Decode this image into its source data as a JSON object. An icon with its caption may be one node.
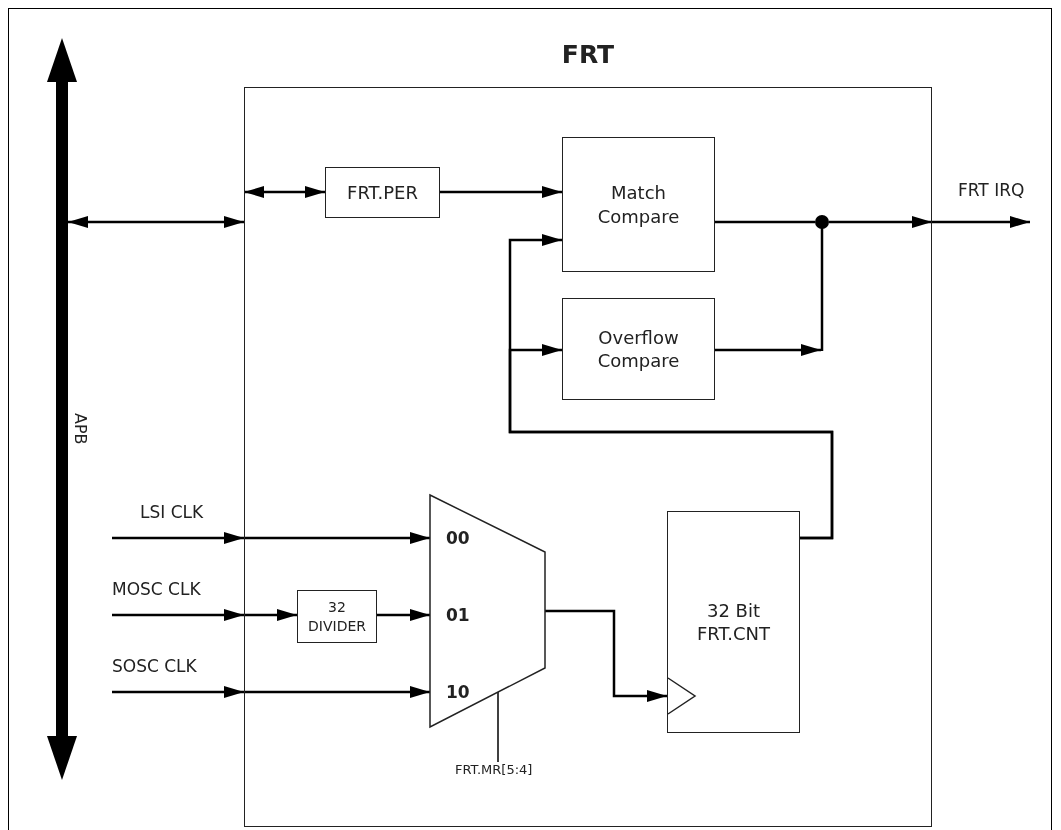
{
  "diagram": {
    "nodes": [
      {
        "text": [
          "FRT"
        ]
      },
      {
        "text": [
          "APB"
        ]
      },
      {
        "text": [
          "FRT.PER"
        ],
        "in": 0
      },
      {
        "text": [
          "Match Compare"
        ],
        "in": 0
      },
      {
        "text": [
          "Overflow Compare"
        ],
        "in": 0
      },
      {
        "text": [],
        "shape": "circle",
        "in": 0
      },
      {
        "text": [
          "32 DIVIDER"
        ],
        "in": 0
      },
      {
        "text": [
          "00",
          "01",
          "10"
        ],
        "in": 0
      },
      {
        "text": [
          "32 Bit FRT.CNT"
        ],
        "in": 0
      },
      {
        "text": [
          "FRT.MR[5:4]"
        ],
        "in": 0
      }
    ],
    "edges": [
      {
        "from": 1,
        "to": 0,
        "arrow": "both"
      },
      {
        "from": 0,
        "to": 2,
        "arrow": "both"
      },
      {
        "from": 2,
        "to": 3,
        "arrow": "to"
      },
      {
        "from": 3,
        "to": 5,
        "arrow": "none"
      },
      {
        "from": 5,
        "to": 0,
        "arrow": "to"
      },
      {
        "from": 0,
        "to": null,
        "arrow": "to"
      },
      {
        "from": 4,
        "to": 5,
        "arrow": "to"
      },
      {
        "from": 8,
        "to": 3,
        "arrow": "to"
      },
      {
        "from": 8,
        "to": 4,
        "arrow": "to"
      },
      {
        "from": null,
        "to": 0,
        "arrow": "to"
      },
      {
        "from": 0,
        "to": 7,
        "arrow": "to"
      },
      {
        "from": null,
        "to": 0,
        "arrow": "to"
      },
      {
        "from": 0,
        "to": 6,
        "arrow": "to"
      },
      {
        "from": 6,
        "to": 7,
        "arrow": "to"
      },
      {
        "from": null,
        "to": 0,
        "arrow": "to"
      },
      {
        "from": 0,
        "to": 7,
        "arrow": "to"
      },
      {
        "from": 7,
        "to": 8,
        "arrow": "to"
      },
      {
        "from": 9,
        "to": 7,
        "arrow": "none"
      }
    ],
    "labels": [
      "FRT IRQ",
      "LSI CLK",
      "MOSC CLK",
      "SOSC CLK"
    ]
  }
}
